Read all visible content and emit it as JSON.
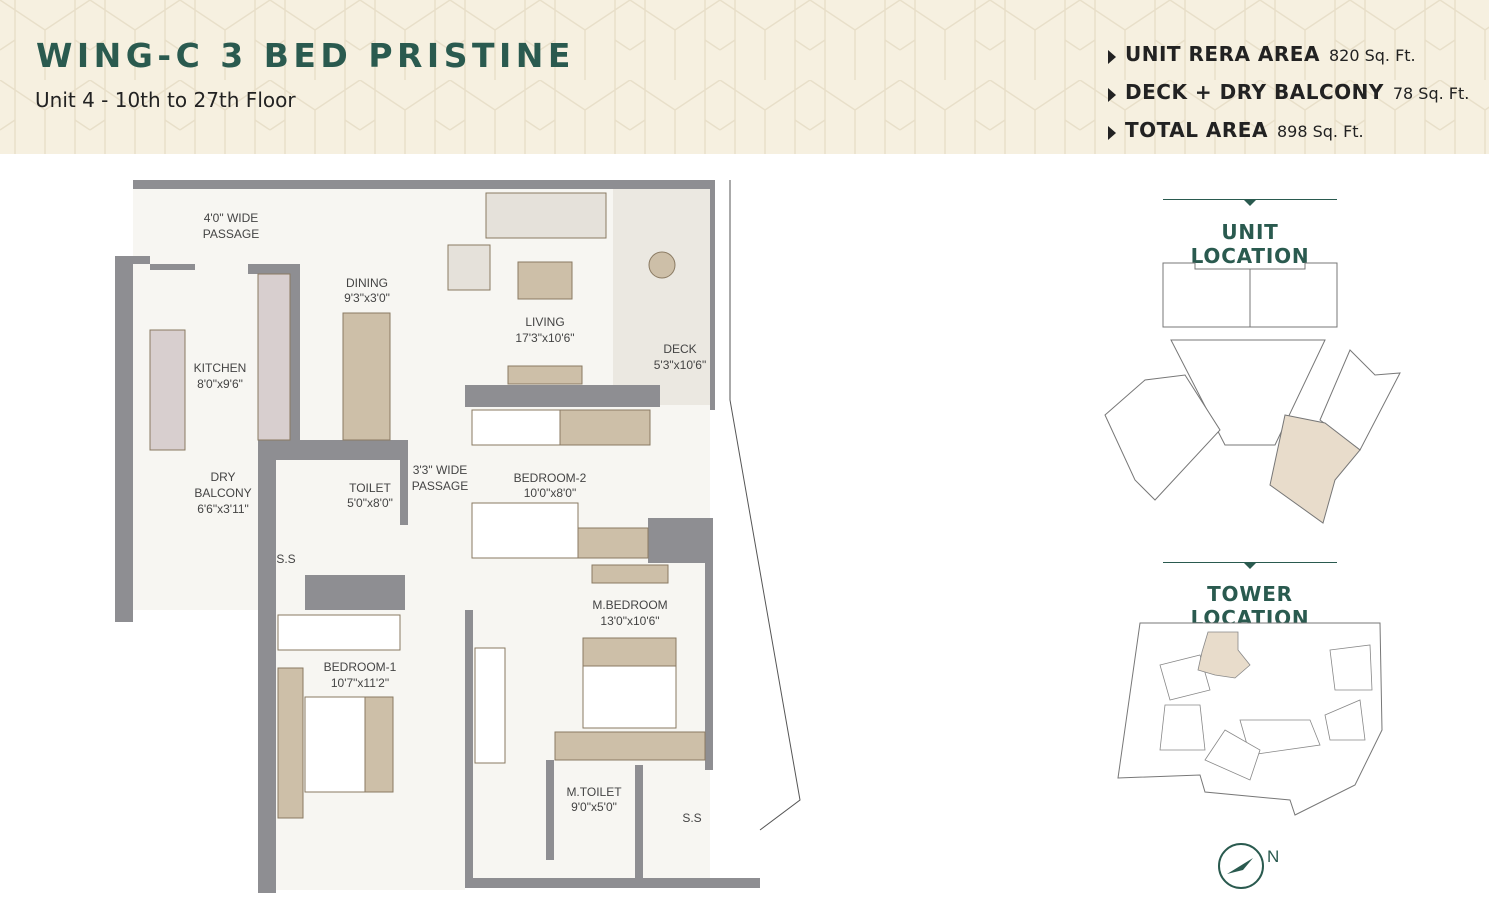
{
  "header": {
    "title": "WING-C 3 BED PRISTINE",
    "subtitle": "Unit 4 - 10th to 27th Floor",
    "areas": [
      {
        "label": "UNIT RERA AREA",
        "value": "820 Sq. Ft."
      },
      {
        "label": "DECK + DRY BALCONY",
        "value": "78 Sq. Ft."
      },
      {
        "label": "TOTAL AREA",
        "value": "898 Sq. Ft."
      }
    ]
  },
  "rooms": {
    "passage_4": {
      "name": "4'0\" WIDE",
      "name2": "PASSAGE"
    },
    "dining": {
      "name": "DINING",
      "size": "9'3\"x3'0\""
    },
    "living": {
      "name": "LIVING",
      "size": "17'3\"x10'6\""
    },
    "deck": {
      "name": "DECK",
      "size": "5'3\"x10'6\""
    },
    "kitchen": {
      "name": "KITCHEN",
      "size": "8'0\"x9'6\""
    },
    "dry_balcony": {
      "name": "DRY",
      "name2": "BALCONY",
      "size": "6'6\"x3'11\""
    },
    "toilet": {
      "name": "TOILET",
      "size": "5'0\"x8'0\""
    },
    "passage_3": {
      "name": "3'3\" WIDE",
      "name2": "PASSAGE"
    },
    "bedroom2": {
      "name": "BEDROOM-2",
      "size": "10'0\"x8'0\""
    },
    "ss1": {
      "name": "S.S"
    },
    "mbedroom": {
      "name": "M.BEDROOM",
      "size": "13'0\"x10'6\""
    },
    "bedroom1": {
      "name": "BEDROOM-1",
      "size": "10'7\"x11'2\""
    },
    "mtoilet": {
      "name": "M.TOILET",
      "size": "9'0\"x5'0\""
    },
    "ss2": {
      "name": "S.S"
    }
  },
  "sidebar": {
    "unit_location": "UNIT LOCATION",
    "tower_location": "TOWER LOCATION",
    "compass_label": "N"
  },
  "colors": {
    "brand_green": "#2a5a4f",
    "header_bg": "#f6f0e0",
    "wall": "#8e8e92",
    "floor": "#f7f6f2",
    "furniture": "#cdbfa8",
    "highlight_unit": "#e8dccb"
  }
}
